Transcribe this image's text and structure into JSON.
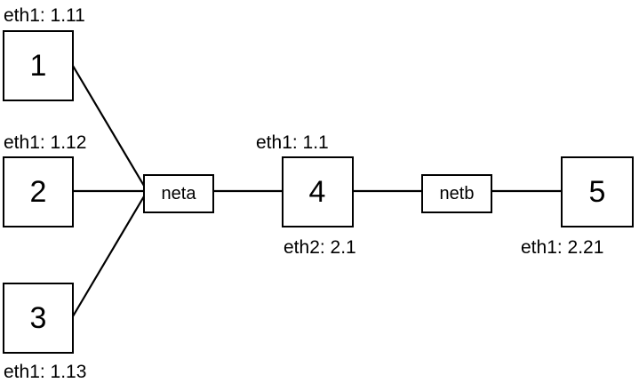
{
  "colors": {
    "stroke": "#000000",
    "background": "#ffffff",
    "text": "#000000"
  },
  "nodes": [
    {
      "id": "1",
      "label": "1",
      "interfaces": [
        "eth1: 1.11"
      ]
    },
    {
      "id": "2",
      "label": "2",
      "interfaces": [
        "eth1: 1.12"
      ]
    },
    {
      "id": "3",
      "label": "3",
      "interfaces": [
        "eth1: 1.13"
      ]
    },
    {
      "id": "4",
      "label": "4",
      "interfaces": [
        "eth1: 1.1",
        "eth2: 2.1"
      ]
    },
    {
      "id": "5",
      "label": "5",
      "interfaces": [
        "eth1: 2.21"
      ]
    }
  ],
  "networks": [
    {
      "id": "neta",
      "label": "neta"
    },
    {
      "id": "netb",
      "label": "netb"
    }
  ],
  "links": [
    {
      "from": "1",
      "to": "neta"
    },
    {
      "from": "2",
      "to": "neta"
    },
    {
      "from": "3",
      "to": "neta"
    },
    {
      "from": "neta",
      "to": "4"
    },
    {
      "from": "4",
      "to": "netb"
    },
    {
      "from": "netb",
      "to": "5"
    }
  ]
}
